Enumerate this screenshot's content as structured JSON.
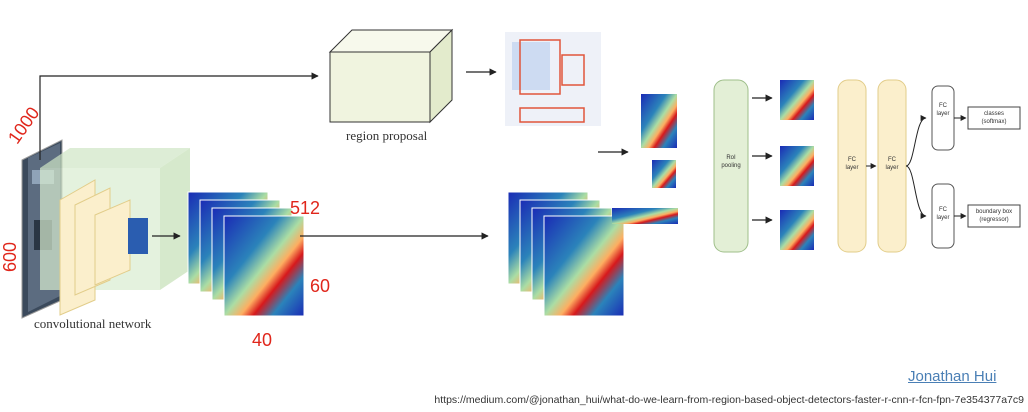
{
  "labels": {
    "region_proposal": "region proposal",
    "convolutional_network": "convolutional network",
    "roi_pooling_line1": "RoI",
    "roi_pooling_line2": "pooling",
    "fc_line1": "FC",
    "fc_line2": "layer",
    "classes_line1": "classes",
    "classes_line2": "(softmax)",
    "bbox_line1": "boundary box",
    "bbox_line2": "(regressor)"
  },
  "dimensions": {
    "input_width": "1000",
    "input_height": "600",
    "feature_depth": "512",
    "feature_height": "60",
    "feature_width": "40"
  },
  "credit": {
    "author": "Jonathan Hui",
    "url": "https://medium.com/@jonathan_hui/what-do-we-learn-from-region-based-object-detectors-faster-r-cnn-r-fcn-fpn-7e354377a7c9"
  },
  "colors": {
    "fc_fill": "#fbefcc",
    "roi_fill": "#e3efd6",
    "dimension_text": "#e0261b",
    "cnn_fill": "#d9ecd0"
  }
}
